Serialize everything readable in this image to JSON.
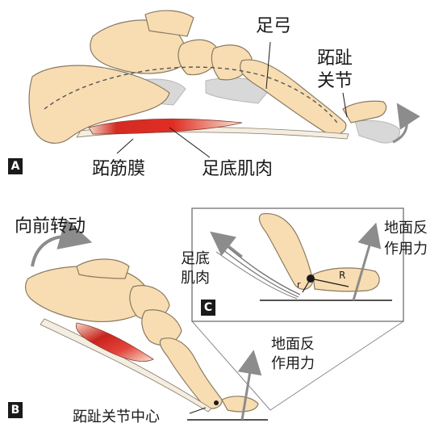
{
  "panels": {
    "a": {
      "tag": "A"
    },
    "b": {
      "tag": "B"
    },
    "c": {
      "tag": "C"
    }
  },
  "labels": {
    "arch": "足弓",
    "toe_joint_line1": "跖趾",
    "toe_joint_line2": "关节",
    "plantar_fascia": "跖筋膜",
    "plantar_muscle_a": "足底肌肉",
    "forward_rotation": "向前转动",
    "grf_b_line1": "地面反",
    "grf_b_line2": "作用力",
    "joint_center": "跖趾关节中心",
    "plantar_muscle_c_line1": "足底",
    "plantar_muscle_c_line2": "肌肉",
    "grf_c_line1": "地面反",
    "grf_c_line2": "作用力",
    "moment_arm_small": "r",
    "moment_arm_large": "R"
  },
  "colors": {
    "bone": "#f8ddb2",
    "bone_outline": "#8a7a62",
    "ghost_bone": "#d8d8d8",
    "muscle": "#d42b22",
    "fascia": "#f3ede2",
    "arrow_gray": "#8c8c8c",
    "ink": "#1a1a1a"
  },
  "icons": [
    "curved-arrow-icon",
    "force-arrow-icon"
  ]
}
